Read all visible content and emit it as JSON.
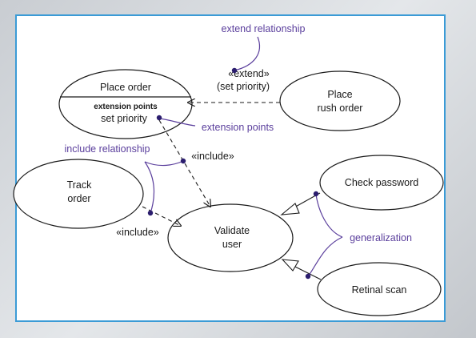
{
  "use_cases": {
    "place_order": {
      "title": "Place order",
      "ext_header": "extension points",
      "ext_point": "set priority"
    },
    "place_rush_order": {
      "line1": "Place",
      "line2": "rush order"
    },
    "track_order": {
      "line1": "Track",
      "line2": "order"
    },
    "validate_user": {
      "line1": "Validate",
      "line2": "user"
    },
    "check_password": {
      "label": "Check password"
    },
    "retinal_scan": {
      "label": "Retinal scan"
    }
  },
  "relationships": {
    "extend_stereotype": "«extend»",
    "extend_condition": "(set priority)",
    "include_stereotype_1": "«include»",
    "include_stereotype_2": "«include»"
  },
  "annotations": {
    "extend_relationship": "extend relationship",
    "extension_points": "extension points",
    "include_relationship": "include relationship",
    "generalization": "generalization"
  },
  "colors": {
    "frame_border": "#3b9bd6",
    "annotation": "#5a3e9c",
    "dot": "#2b1d6e",
    "line": "#1a1a1a"
  }
}
